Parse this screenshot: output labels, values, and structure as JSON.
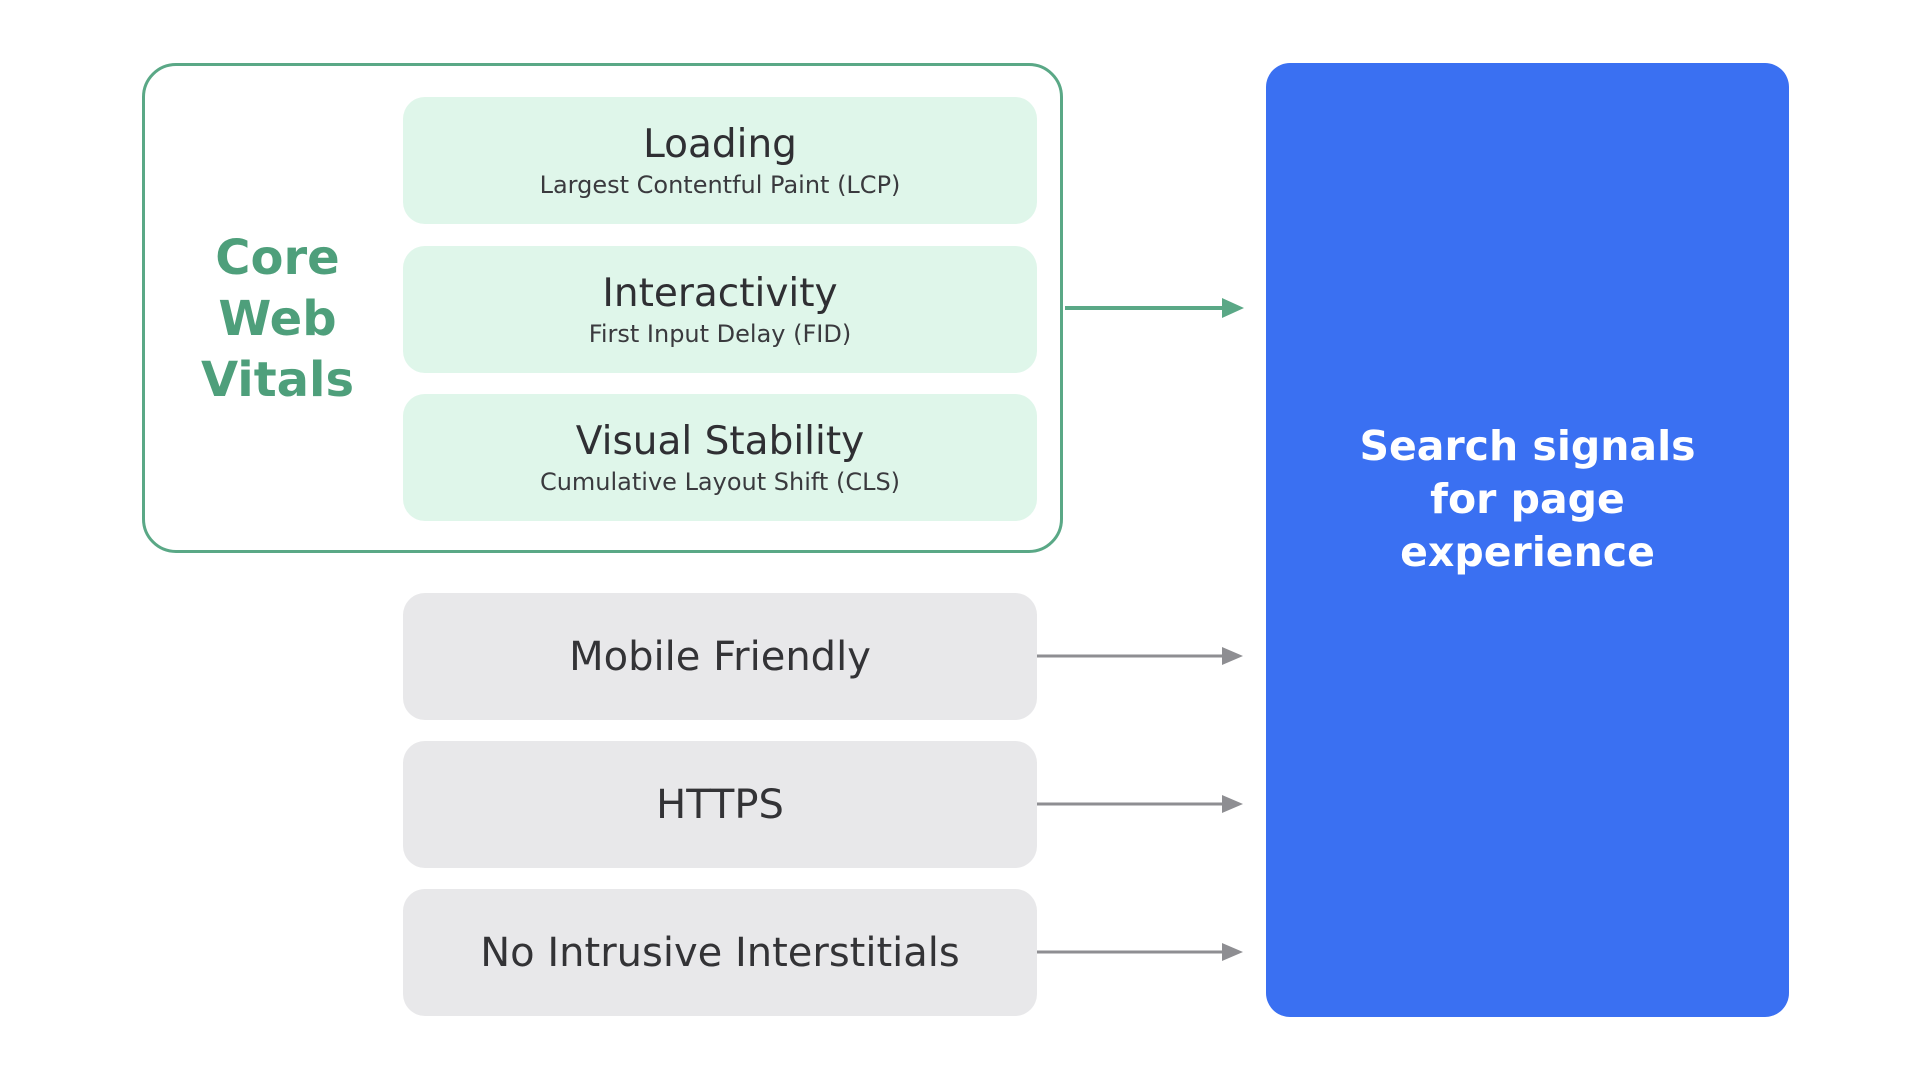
{
  "core_web_vitals": {
    "title_lines": [
      "Core",
      "Web",
      "Vitals"
    ],
    "metrics": [
      {
        "title": "Loading",
        "subtitle": "Largest Contentful Paint (LCP)"
      },
      {
        "title": "Interactivity",
        "subtitle": "First Input Delay (FID)"
      },
      {
        "title": "Visual Stability",
        "subtitle": "Cumulative Layout Shift (CLS)"
      }
    ]
  },
  "other_signals": [
    {
      "title": "Mobile Friendly"
    },
    {
      "title": "HTTPS"
    },
    {
      "title": "No Intrusive Interstitials"
    }
  ],
  "target": {
    "label": "Search signals\nfor page\nexperience"
  },
  "colors": {
    "green_accent": "#4e9f7b",
    "green_box": "#dff6ea",
    "grey_box": "#e8e8ea",
    "blue_target": "#3a70f2",
    "grey_arrow": "#8e8e92"
  }
}
